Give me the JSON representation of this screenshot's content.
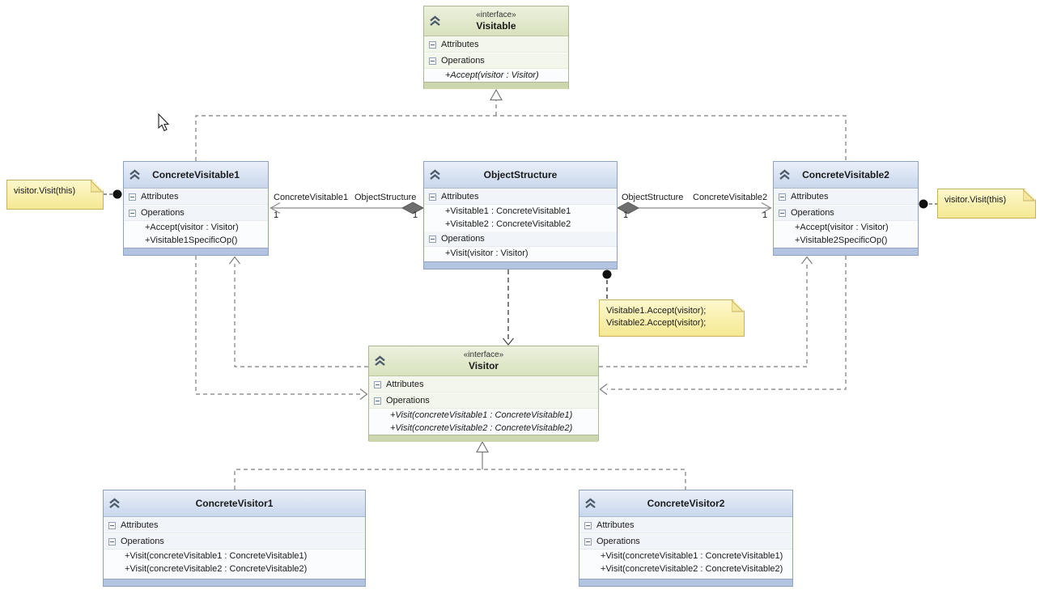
{
  "labels": {
    "attributes": "Attributes",
    "operations": "Operations"
  },
  "classes": {
    "visitable": {
      "stereotype": "«interface»",
      "name": "Visitable",
      "operations": [
        "+Accept(visitor : Visitor)"
      ]
    },
    "concreteVisitable1": {
      "name": "ConcreteVisitable1",
      "operations": [
        "+Accept(visitor : Visitor)",
        "+Visitable1SpecificOp()"
      ]
    },
    "objectStructure": {
      "name": "ObjectStructure",
      "attributes": [
        "+Visitable1 : ConcreteVisitable1",
        "+Visitable2 : ConcreteVisitable2"
      ],
      "operations": [
        "+Visit(visitor : Visitor)"
      ]
    },
    "concreteVisitable2": {
      "name": "ConcreteVisitable2",
      "operations": [
        "+Accept(visitor : Visitor)",
        "+Visitable2SpecificOp()"
      ]
    },
    "visitor": {
      "stereotype": "«interface»",
      "name": "Visitor",
      "operations": [
        "+Visit(concreteVisitable1 : ConcreteVisitable1)",
        "+Visit(concreteVisitable2 : ConcreteVisitable2)"
      ]
    },
    "concreteVisitor1": {
      "name": "ConcreteVisitor1",
      "operations": [
        "+Visit(concreteVisitable1 : ConcreteVisitable1)",
        "+Visit(concreteVisitable2 : ConcreteVisitable2)"
      ]
    },
    "concreteVisitor2": {
      "name": "ConcreteVisitor2",
      "operations": [
        "+Visit(concreteVisitable1 : ConcreteVisitable1)",
        "+Visit(concreteVisitable2 : ConcreteVisitable2)"
      ]
    }
  },
  "notes": {
    "left": "visitor.Visit(this)",
    "right": "visitor.Visit(this)",
    "middle": [
      "Visitable1.Accept(visitor);",
      "Visitable2.Accept(visitor);"
    ]
  },
  "assoc": {
    "left": {
      "role_left": "ConcreteVisitable1",
      "role_right": "ObjectStructure",
      "mult_left": "1",
      "mult_right": "1"
    },
    "right": {
      "role_left": "ObjectStructure",
      "role_right": "ConcreteVisitable2",
      "mult_left": "1",
      "mult_right": "1"
    }
  },
  "colors": {
    "class_header": "#c8d6ec",
    "interface_header": "#d8e2bd",
    "note_bg": "#fbf4bb",
    "note_border": "#c9b161",
    "line": "#808080"
  }
}
